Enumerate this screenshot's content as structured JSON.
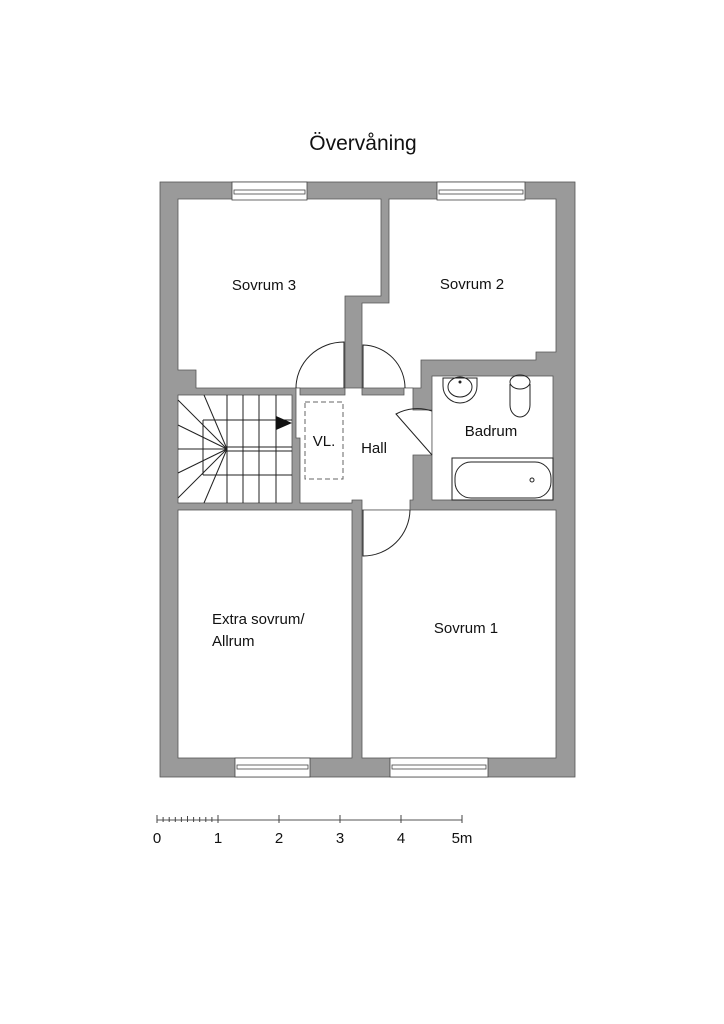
{
  "title": "Övervåning",
  "rooms": {
    "sovrum3": "Sovrum 3",
    "sovrum2": "Sovrum 2",
    "badrum": "Badrum",
    "hall": "Hall",
    "vl": "VL.",
    "extra_line1": "Extra sovrum/",
    "extra_line2": "Allrum",
    "sovrum1": "Sovrum 1"
  },
  "scale_bar": {
    "labels": [
      "0",
      "1",
      "2",
      "3",
      "4",
      "5m"
    ],
    "max_meters": 5
  },
  "colors": {
    "wall": "#9a9a9a",
    "line": "#222222"
  }
}
